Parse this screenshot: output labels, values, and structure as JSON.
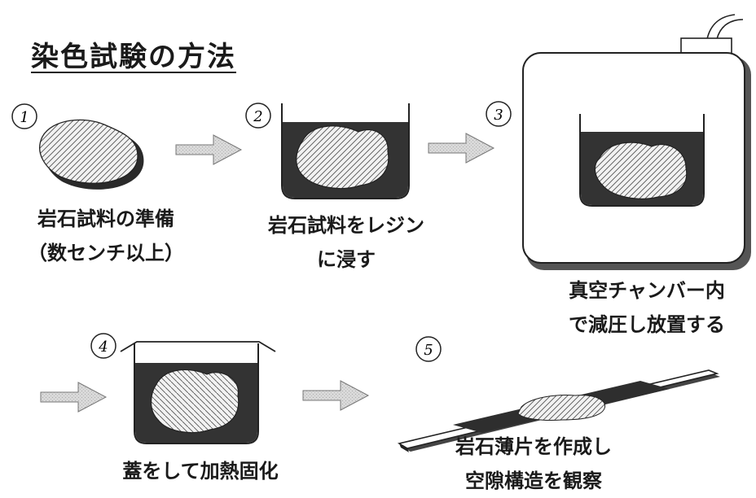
{
  "title": "染色試験の方法",
  "steps": [
    {
      "num": "1",
      "lines": [
        "岩石試料の準備",
        "（数センチ以上）"
      ]
    },
    {
      "num": "2",
      "lines": [
        "岩石試料をレジン",
        "に浸す"
      ]
    },
    {
      "num": "3",
      "lines": [
        "真空チャンバー内",
        "で減圧し放置する"
      ]
    },
    {
      "num": "4",
      "lines": [
        "蓋をして加熱固化"
      ]
    },
    {
      "num": "5",
      "lines": [
        "岩石薄片を作成し",
        "空隙構造を観察"
      ]
    }
  ]
}
